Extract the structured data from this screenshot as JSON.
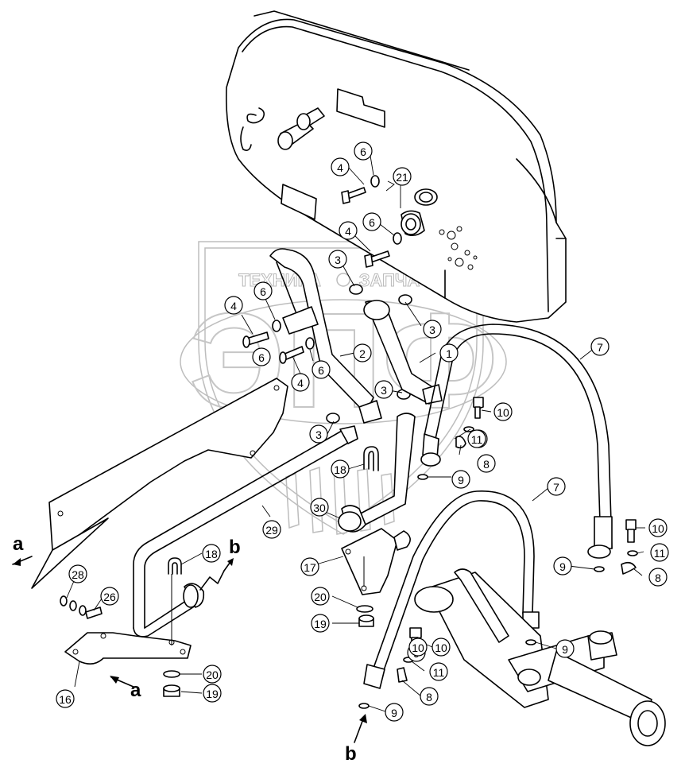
{
  "watermark": {
    "left_word": "ТЕХНИКА",
    "right_word": "ЗАПЧАСТИ",
    "monogram": "ЭПФ"
  },
  "view_labels": [
    "a",
    "b",
    "a",
    "b"
  ],
  "callouts": [
    "1",
    "2",
    "3",
    "3",
    "3",
    "3",
    "4",
    "4",
    "4",
    "4",
    "6",
    "6",
    "6",
    "6",
    "6",
    "7",
    "7",
    "8",
    "8",
    "8",
    "9",
    "9",
    "9",
    "9",
    "9",
    "10",
    "10",
    "10",
    "10",
    "11",
    "11",
    "11",
    "11",
    "16",
    "17",
    "18",
    "18",
    "19",
    "19",
    "20",
    "20",
    "21",
    "26",
    "28",
    "29",
    "30"
  ]
}
